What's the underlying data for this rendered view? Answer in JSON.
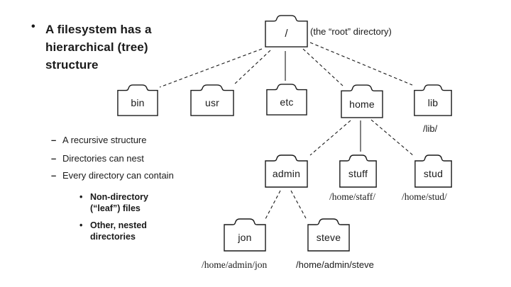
{
  "slide": {
    "bullet_glyph": "•",
    "dash_glyph": "–",
    "title": "A filesystem has a hierarchical (tree) structure",
    "bullets": [
      "A recursive structure",
      "Directories can nest",
      "Every directory can contain"
    ],
    "sub_bullets": [
      "Non-directory (“leaf”) files",
      "Other, nested directories"
    ]
  },
  "diagram": {
    "root_note": "(the “root” directory)",
    "nodes": {
      "root": {
        "label": "/"
      },
      "bin": {
        "label": "bin"
      },
      "usr": {
        "label": "usr"
      },
      "etc": {
        "label": "etc"
      },
      "home": {
        "label": "home"
      },
      "lib": {
        "label": "lib",
        "path": "/lib/"
      },
      "admin": {
        "label": "admin"
      },
      "stuff": {
        "label": "stuff",
        "path": "/home/staff/"
      },
      "stud": {
        "label": "stud",
        "path": "/home/stud/"
      },
      "jon": {
        "label": "jon",
        "path": "/home/admin/jon"
      },
      "steve": {
        "label": "steve",
        "path": "/home/admin/steve"
      }
    },
    "edges": [
      {
        "from": "/",
        "to": "bin",
        "style": "dashed"
      },
      {
        "from": "/",
        "to": "usr",
        "style": "dashed"
      },
      {
        "from": "/",
        "to": "etc",
        "style": "solid"
      },
      {
        "from": "/",
        "to": "home",
        "style": "dashed"
      },
      {
        "from": "/",
        "to": "lib",
        "style": "dashed"
      },
      {
        "from": "home",
        "to": "admin",
        "style": "dashed"
      },
      {
        "from": "home",
        "to": "stuff",
        "style": "solid"
      },
      {
        "from": "home",
        "to": "stud",
        "style": "dashed"
      },
      {
        "from": "admin",
        "to": "jon",
        "style": "dashed"
      },
      {
        "from": "admin",
        "to": "steve",
        "style": "dashed"
      }
    ],
    "colors": {
      "ink": "#1a1a1a",
      "background": "#ffffff"
    }
  }
}
